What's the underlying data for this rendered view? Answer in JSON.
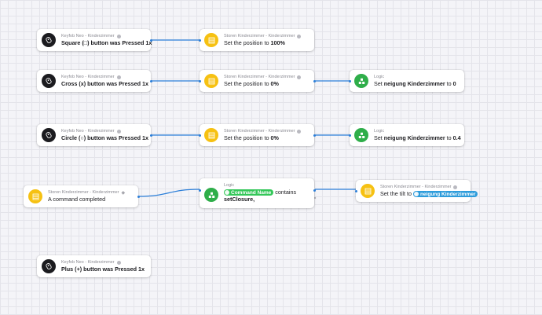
{
  "nodes": {
    "keyfob_square": {
      "subtitle": "Keyfob Neo - Kinderzimmer",
      "pre": "Square (□) button was",
      "value": "Pressed 1x",
      "icon": "keyfob-icon"
    },
    "storen_100": {
      "subtitle": "Storen Kinderzimmer - Kinderzimmer",
      "pre": "Set the position to",
      "value": "100%",
      "icon": "blinds-icon"
    },
    "keyfob_cross": {
      "subtitle": "Keyfob Neo - Kinderzimmer",
      "pre": "Cross (x) button was",
      "value": "Pressed 1x",
      "icon": "keyfob-icon"
    },
    "storen_0_a": {
      "subtitle": "Storen Kinderzimmer - Kinderzimmer",
      "pre": "Set the position to",
      "value": "0%",
      "icon": "blinds-icon"
    },
    "logic_set_0": {
      "subtitle": "Logic",
      "pre": "Set",
      "variable": "neigung Kinderzimmer",
      "mid": "to",
      "value": "0",
      "icon": "logic-icon"
    },
    "keyfob_circle": {
      "subtitle": "Keyfob Neo - Kinderzimmer",
      "pre": "Circle (○) button was",
      "value": "Pressed 1x",
      "icon": "keyfob-icon"
    },
    "storen_0_b": {
      "subtitle": "Storen Kinderzimmer - Kinderzimmer",
      "pre": "Set the position to",
      "value": "0%",
      "icon": "blinds-icon"
    },
    "logic_set_04": {
      "subtitle": "Logic",
      "pre": "Set",
      "variable": "neigung Kinderzimmer",
      "mid": "to",
      "value": "0.4",
      "icon": "logic-icon"
    },
    "storen_command": {
      "subtitle": "Storen Kinderzimmer - Kinderzimmer",
      "text": "A command completed",
      "icon": "blinds-icon"
    },
    "logic_contains": {
      "subtitle": "Logic",
      "token": "Command Name",
      "mid": "contains",
      "value": "setClosure,",
      "icon": "logic-icon"
    },
    "storen_tilt": {
      "subtitle": "Storen Kinderzimmer - Kinderzimmer",
      "pre": "Set the tilt to",
      "token": "neigung Kinderzimmer",
      "icon": "blinds-icon"
    },
    "keyfob_plus": {
      "subtitle": "Keyfob Neo - Kinderzimmer",
      "pre": "Plus (+) button was",
      "value": "Pressed 1x",
      "icon": "keyfob-icon"
    }
  },
  "colors": {
    "wire": "#2c7fd9",
    "yellow": "#f6c112",
    "green": "#2fae4a",
    "dark": "#1b1b1f",
    "token_green": "#34c759",
    "token_blue": "#2d9cdb"
  }
}
